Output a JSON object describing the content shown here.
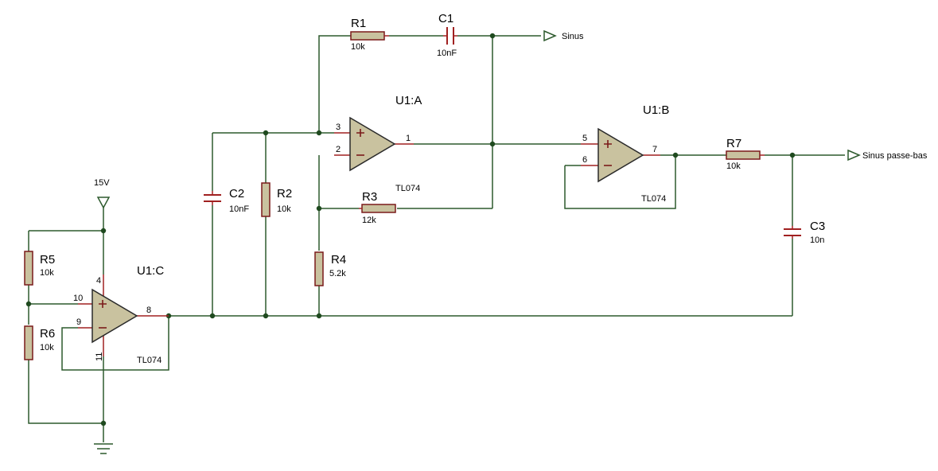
{
  "components": {
    "R1": {
      "ref": "R1",
      "value": "10k"
    },
    "C1": {
      "ref": "C1",
      "value": "10nF"
    },
    "C2": {
      "ref": "C2",
      "value": "10nF"
    },
    "R2": {
      "ref": "R2",
      "value": "10k"
    },
    "R3": {
      "ref": "R3",
      "value": "12k"
    },
    "R4": {
      "ref": "R4",
      "value": "5.2k"
    },
    "R5": {
      "ref": "R5",
      "value": "10k"
    },
    "R6": {
      "ref": "R6",
      "value": "10k"
    },
    "R7": {
      "ref": "R7",
      "value": "10k"
    },
    "C3": {
      "ref": "C3",
      "value": "10n"
    }
  },
  "opamps": {
    "U1A": {
      "ref": "U1:A",
      "part": "TL074",
      "pin_plus": "3",
      "pin_minus": "2",
      "pin_out": "1"
    },
    "U1B": {
      "ref": "U1:B",
      "part": "TL074",
      "pin_plus": "5",
      "pin_minus": "6",
      "pin_out": "7"
    },
    "U1C": {
      "ref": "U1:C",
      "part": "TL074",
      "pin_plus": "10",
      "pin_minus": "9",
      "pin_out": "8",
      "pin_vcc": "4",
      "pin_vee": "11"
    }
  },
  "power": {
    "label": "15V"
  },
  "terminals": {
    "sinus": "Sinus",
    "sinus_lp": "Sinus passe-bas"
  },
  "colors": {
    "wire": "#2d5a2d",
    "pin": "#a02020",
    "body": "#c9c29f"
  }
}
